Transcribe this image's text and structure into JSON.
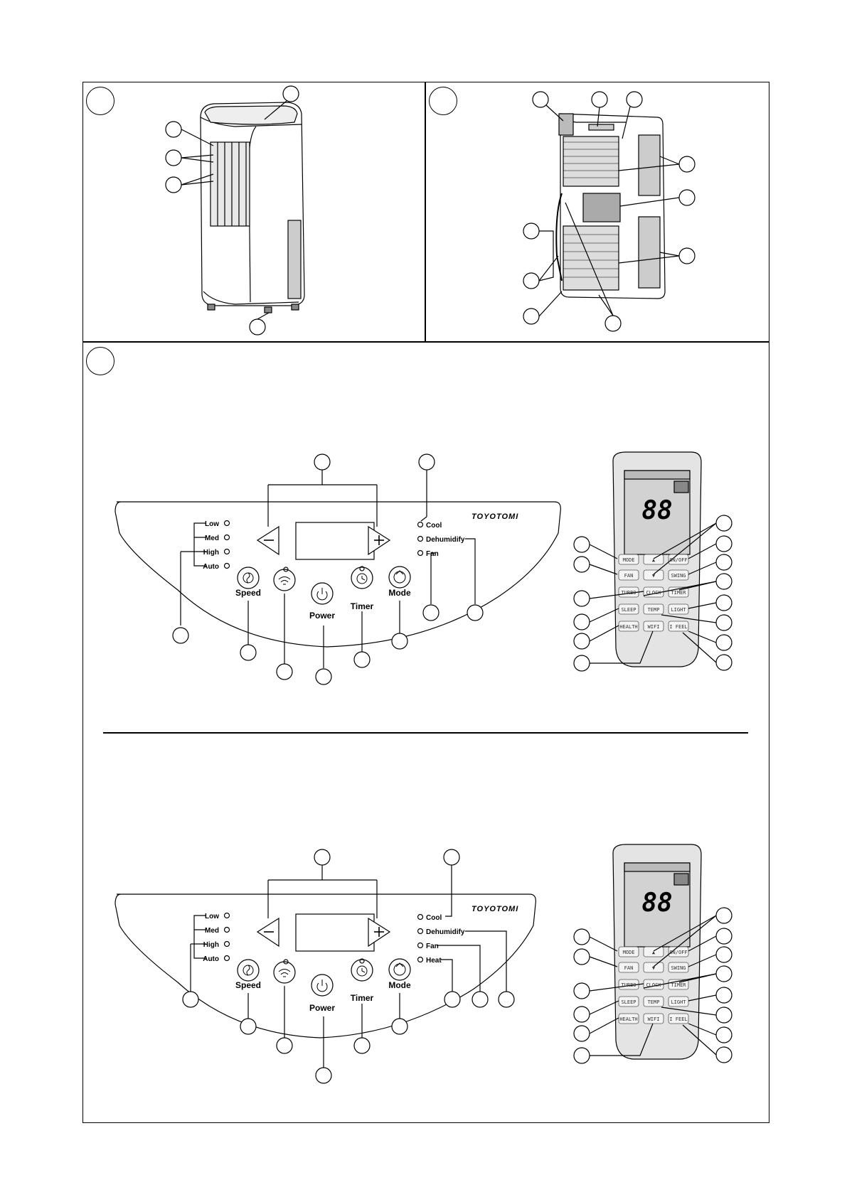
{
  "panel_a": {
    "speed_labels": [
      "Low",
      "Med",
      "High",
      "Auto"
    ],
    "mode_labels": [
      "Cool",
      "Dehumidify",
      "Fan"
    ],
    "buttons": {
      "speed": "Speed",
      "power": "Power",
      "timer": "Timer",
      "mode": "Mode"
    },
    "brand": "TOYOTOMI"
  },
  "panel_b": {
    "speed_labels": [
      "Low",
      "Med",
      "High",
      "Auto"
    ],
    "mode_labels": [
      "Cool",
      "Dehumidify",
      "Fan",
      "Heat"
    ],
    "buttons": {
      "speed": "Speed",
      "power": "Power",
      "timer": "Timer",
      "mode": "Mode"
    },
    "brand": "TOYOTOMI"
  },
  "remote": {
    "display_digits": "88",
    "buttons": [
      "MODE",
      "▲",
      "ON/OFF",
      "FAN",
      "▼",
      "SWING",
      "TURBO",
      "CLOCK",
      "TIMER",
      "SLEEP",
      "TEMP",
      "LIGHT",
      "HEALTH",
      "WIFI",
      "I FEEL"
    ]
  },
  "icons": {
    "speed": "fan-icon",
    "wifi": "wifi-icon",
    "power": "power-icon",
    "timer": "clock-icon",
    "mode": "mode-cycle-icon",
    "minus": "minus-icon",
    "plus": "plus-icon"
  }
}
